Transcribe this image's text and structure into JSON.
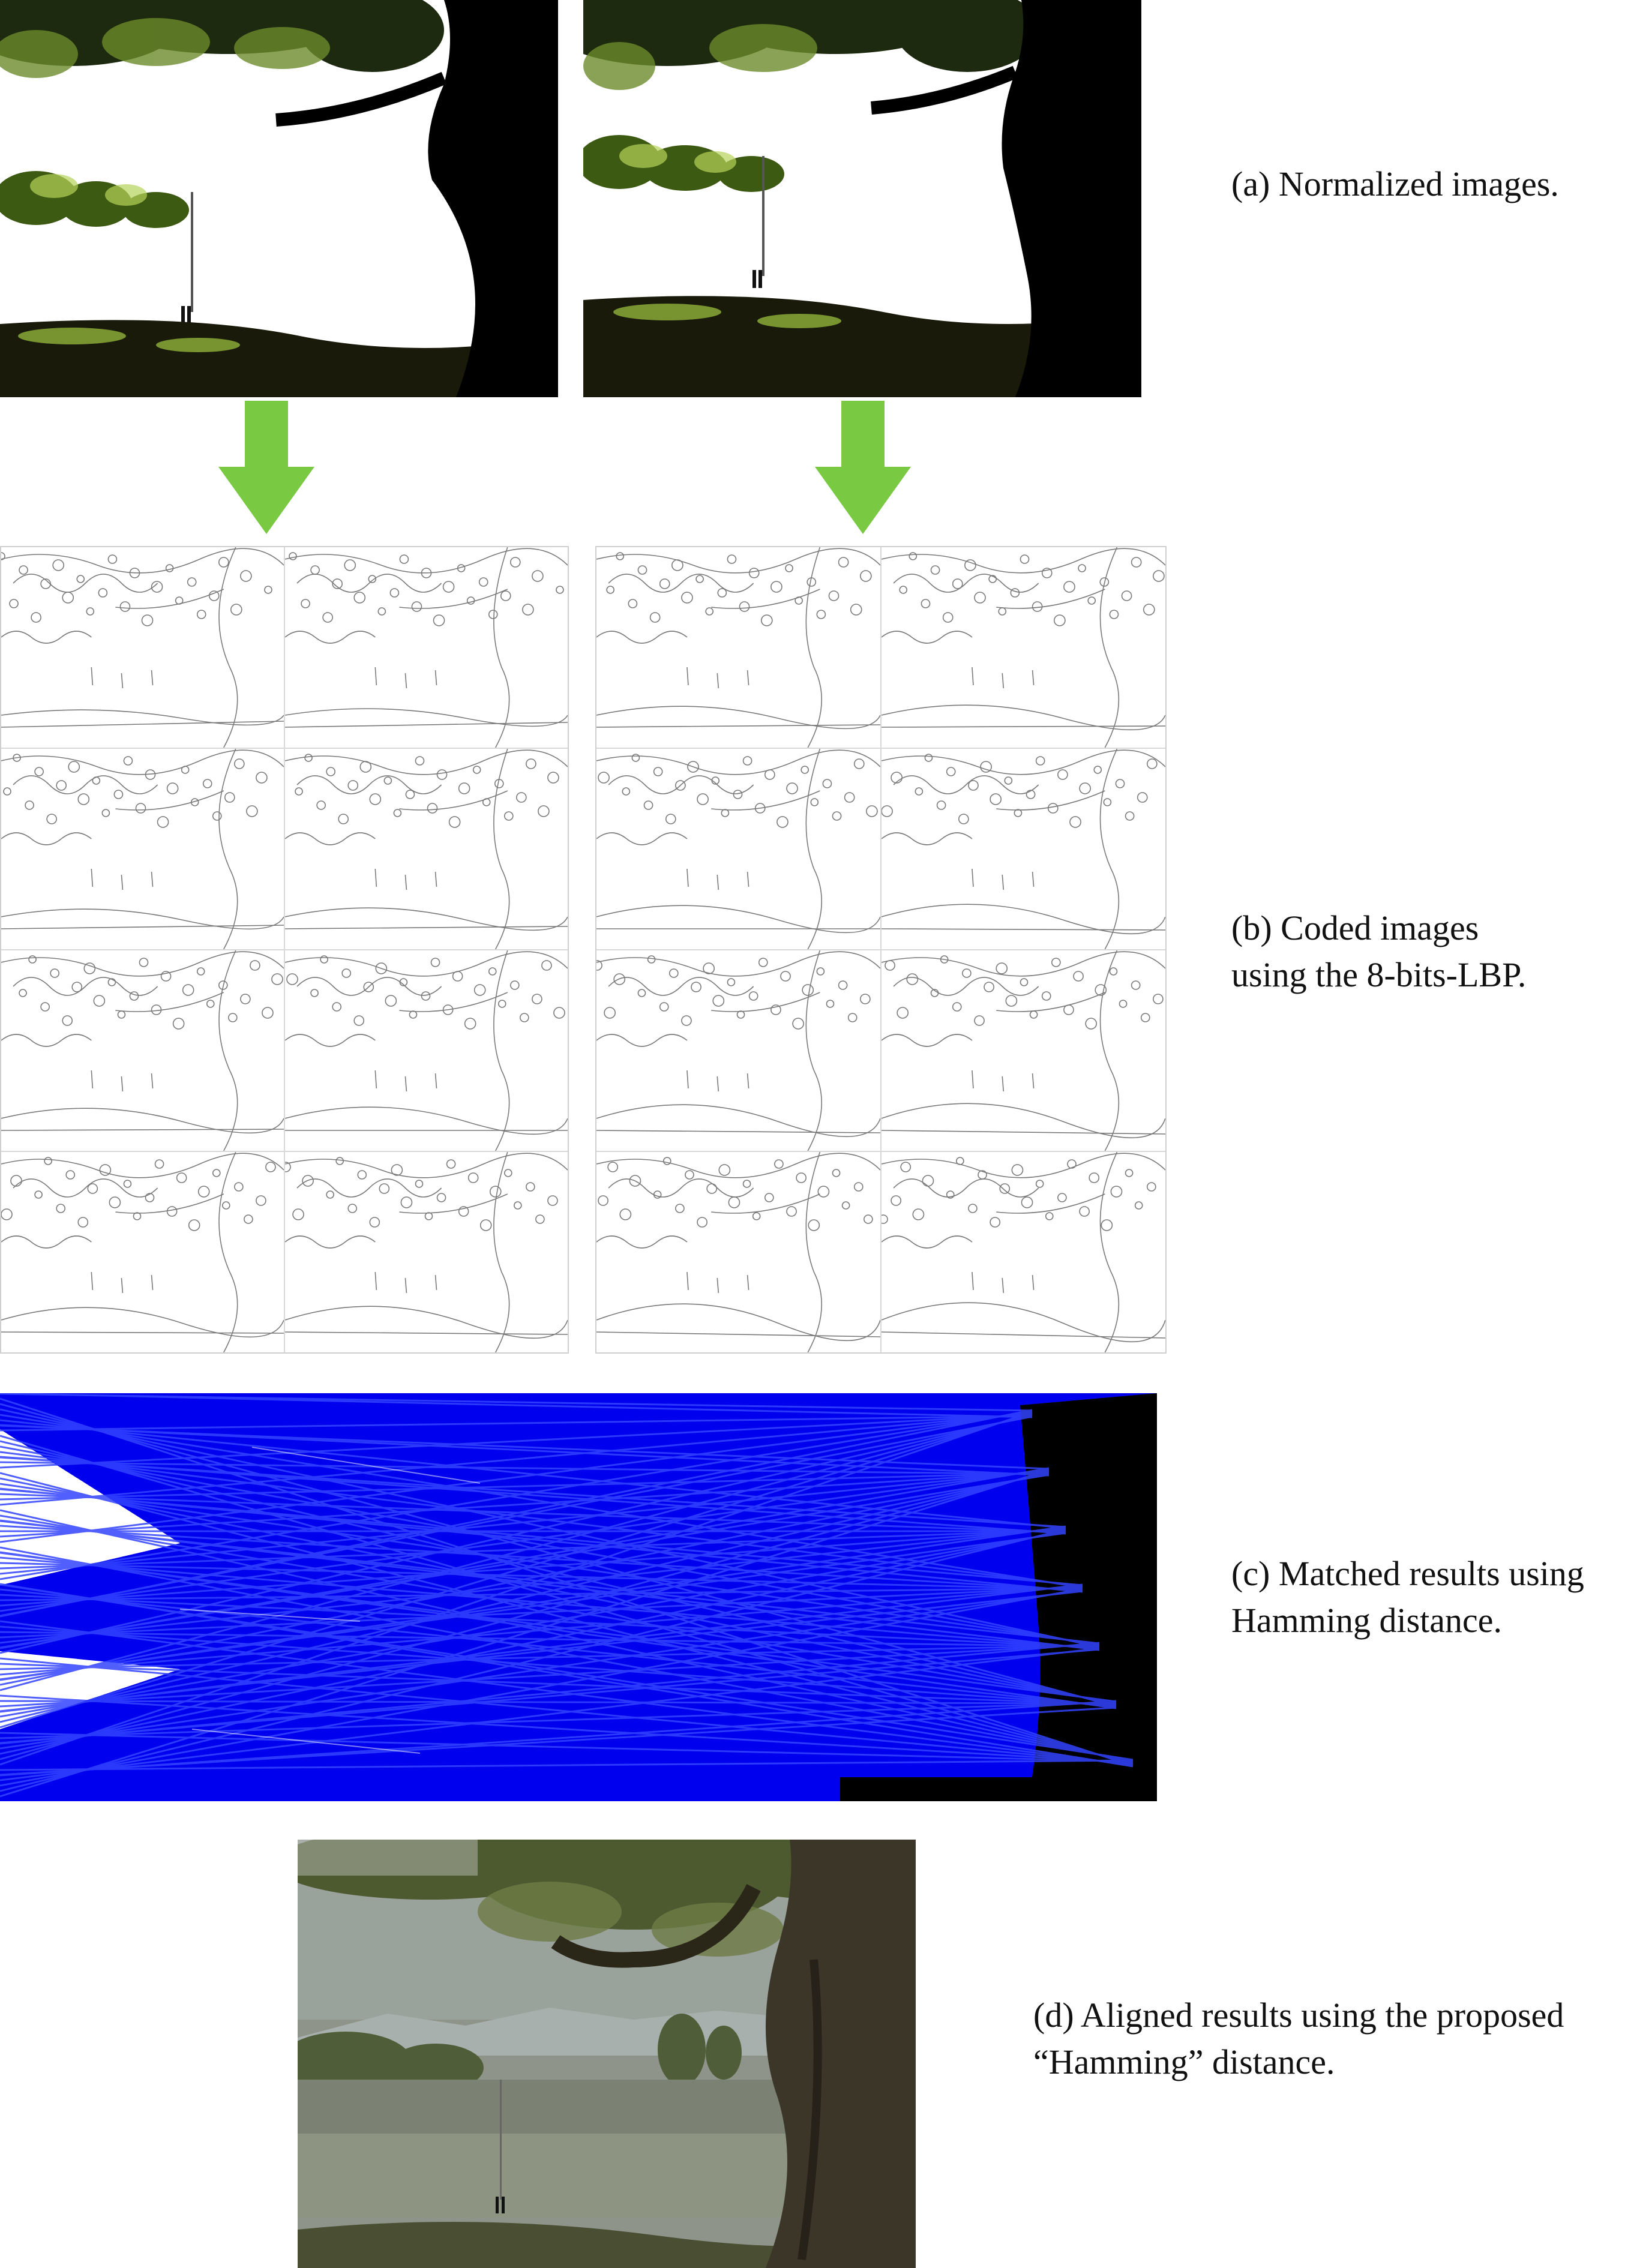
{
  "captions": {
    "a": [
      "(a) Normalized images."
    ],
    "b": [
      "(b) Coded images",
      "using the 8-bits-LBP."
    ],
    "c": [
      "(c) Matched results using",
      "Hamming distance."
    ],
    "d": [
      "(d) Aligned results using the proposed",
      "“Hamming”  distance."
    ]
  },
  "colors": {
    "arrow": "#7ac943",
    "match_lines": "#0000ff",
    "shadow": "#000000"
  },
  "panels": {
    "lbp_grid": {
      "rows": 4,
      "cols": 2
    }
  }
}
